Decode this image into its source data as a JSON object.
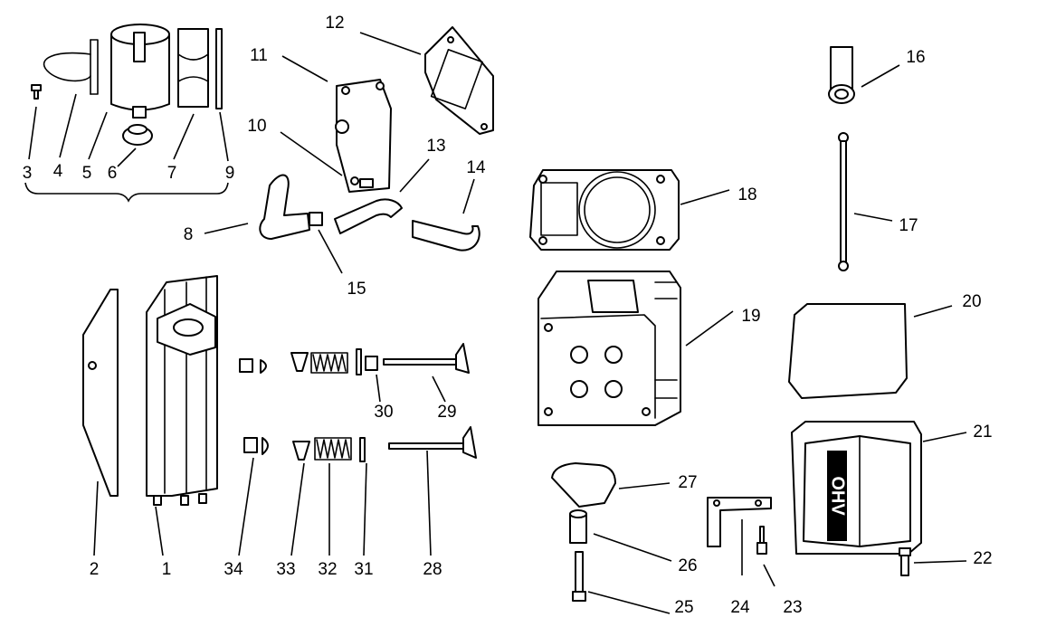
{
  "callouts": [
    {
      "id": "1",
      "label": "1"
    },
    {
      "id": "2",
      "label": "2"
    },
    {
      "id": "3",
      "label": "3"
    },
    {
      "id": "4",
      "label": "4"
    },
    {
      "id": "5",
      "label": "5"
    },
    {
      "id": "6",
      "label": "6"
    },
    {
      "id": "7",
      "label": "7"
    },
    {
      "id": "8",
      "label": "8"
    },
    {
      "id": "9",
      "label": "9"
    },
    {
      "id": "10",
      "label": "10"
    },
    {
      "id": "11",
      "label": "11"
    },
    {
      "id": "12",
      "label": "12"
    },
    {
      "id": "13",
      "label": "13"
    },
    {
      "id": "14",
      "label": "14"
    },
    {
      "id": "15",
      "label": "15"
    },
    {
      "id": "16",
      "label": "16"
    },
    {
      "id": "17",
      "label": "17"
    },
    {
      "id": "18",
      "label": "18"
    },
    {
      "id": "19",
      "label": "19"
    },
    {
      "id": "20",
      "label": "20"
    },
    {
      "id": "21",
      "label": "21"
    },
    {
      "id": "22",
      "label": "22"
    },
    {
      "id": "23",
      "label": "23"
    },
    {
      "id": "24",
      "label": "24"
    },
    {
      "id": "25",
      "label": "25"
    },
    {
      "id": "26",
      "label": "26"
    },
    {
      "id": "27",
      "label": "27"
    },
    {
      "id": "28",
      "label": "28"
    },
    {
      "id": "29",
      "label": "29"
    },
    {
      "id": "30",
      "label": "30"
    },
    {
      "id": "31",
      "label": "31"
    },
    {
      "id": "32",
      "label": "32"
    },
    {
      "id": "33",
      "label": "33"
    },
    {
      "id": "34",
      "label": "34"
    }
  ],
  "cover_lettering": "OHV"
}
